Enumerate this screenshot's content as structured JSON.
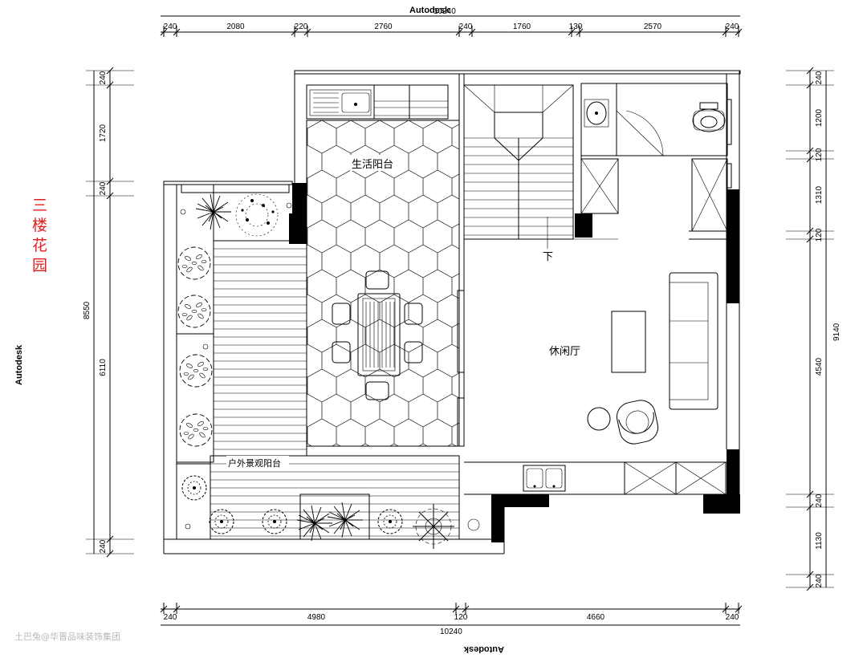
{
  "brand": "Autodesk",
  "title_chars": [
    "三",
    "楼",
    "花",
    "园"
  ],
  "rooms": {
    "service_balcony": "生活阳台",
    "lounge": "休闲厅",
    "outdoor_balcony": "户外景观阳台",
    "stair_down": "下"
  },
  "dims_top": {
    "total": "10240",
    "segments": [
      "240",
      "2080",
      "220",
      "2760",
      "240",
      "1760",
      "130",
      "2570",
      "240"
    ]
  },
  "dims_bottom": {
    "total": "10240",
    "segments": [
      "240",
      "4980",
      "120",
      "4660",
      "240"
    ]
  },
  "dims_left": {
    "total": "8550",
    "segments": [
      "240",
      "1720",
      "240",
      "6110",
      "240"
    ]
  },
  "dims_right": {
    "total": "9140",
    "segments": [
      "240",
      "1200",
      "120",
      "1310",
      "120",
      "4540",
      "240",
      "1130",
      "240"
    ]
  },
  "watermark": "土巴兔@华晋品味装饰集团"
}
